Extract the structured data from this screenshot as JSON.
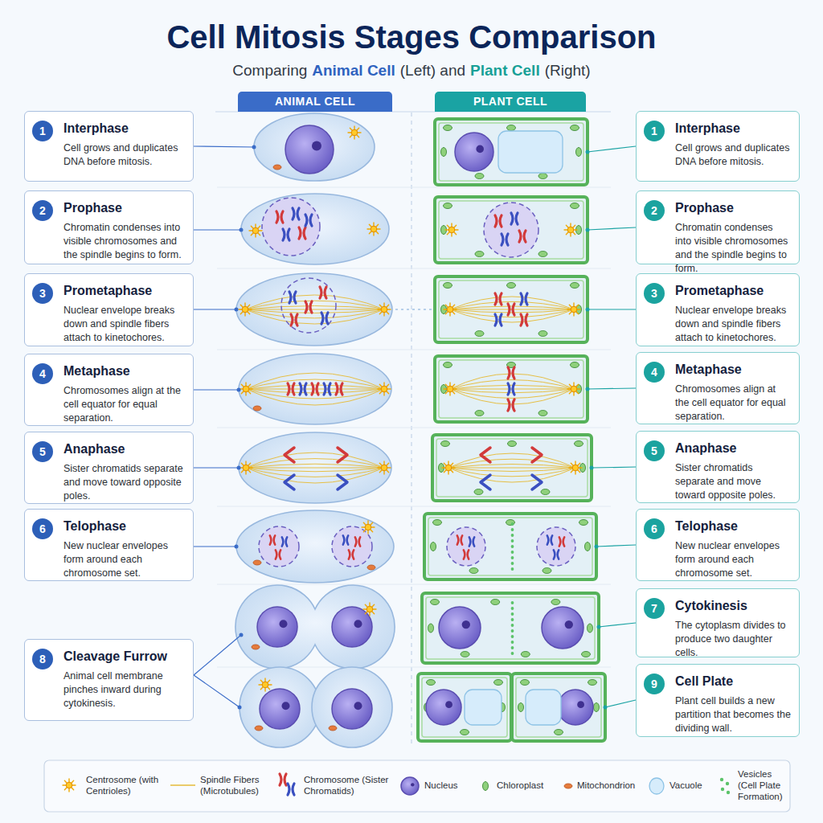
{
  "diagram": {
    "title": "Cell Mitosis Stages Comparison",
    "nodes": [
      {
        "text": [
          "ANIMAL CELL"
        ]
      },
      {
        "text": [
          "PLANT CELL"
        ]
      },
      {
        "text": [
          "Interphase",
          "Cell grows and duplicates DNA before mitosis."
        ]
      },
      {
        "text": [
          "1"
        ],
        "in": 2
      },
      {
        "text": [
          "Interphase",
          "Cell grows and duplicates DNA before mitosis."
        ]
      },
      {
        "text": [
          "1"
        ],
        "in": 4
      },
      {
        "text": [
          "Prophase",
          "Chromatin condenses into visible chromosomes and the spindle begins to form."
        ]
      },
      {
        "text": [
          "2"
        ],
        "in": 6
      },
      {
        "text": [
          "Prophase",
          "Chromatin condenses into visible chromosomes and the spindle begins to form."
        ]
      },
      {
        "text": [
          "2"
        ],
        "in": 8
      },
      {
        "text": [
          "Prometaphase",
          "Nuclear envelope breaks down and spindle fibers attach to kinetochores."
        ]
      },
      {
        "text": [
          "3"
        ],
        "in": 10
      },
      {
        "text": [
          "Prometaphase",
          "Nuclear envelope breaks down and spindle fibers attach to kinetochores."
        ]
      },
      {
        "text": [
          "3"
        ],
        "in": 12
      },
      {
        "text": [
          "Metaphase",
          "Chromosomes align at the cell equator for equal separation."
        ]
      },
      {
        "text": [
          "4"
        ],
        "in": 14
      },
      {
        "text": [
          "Metaphase",
          "Chromosomes align at the cell equator for equal separation."
        ]
      },
      {
        "text": [
          "4"
        ],
        "in": 16
      },
      {
        "text": [
          "Anaphase",
          "Sister chromatids separate and move toward opposite poles."
        ]
      },
      {
        "text": [
          "5"
        ],
        "in": 18
      },
      {
        "text": [
          "Anaphase",
          "Sister chromatids separate and move toward opposite poles."
        ]
      },
      {
        "text": [
          "5"
        ],
        "in": 20
      },
      {
        "text": [
          "Telophase",
          "New nuclear envelopes form around each chromosome set."
        ]
      },
      {
        "text": [
          "6"
        ],
        "in": 22
      },
      {
        "text": [
          "Telophase",
          "New nuclear envelopes form around each chromosome set."
        ]
      },
      {
        "text": [
          "6"
        ],
        "in": 24
      },
      {
        "text": [
          "Cytokinesis",
          "The cytoplasm divides to produce two daughter cells."
        ]
      },
      {
        "text": [
          "7"
        ],
        "in": 26
      },
      {
        "text": [
          "Cleavage Furrow",
          "Animal cell membrane pinches inward during cytokinesis."
        ]
      },
      {
        "text": [
          "8"
        ],
        "in": 28
      },
      {
        "text": [
          "Cell Plate",
          "Plant cell builds a new partition that becomes the dividing wall."
        ]
      },
      {
        "text": [
          "9"
        ],
        "in": 30
      }
    ],
    "labels": [
      "Comparing",
      "Animal Cell",
      "(Left) and",
      "Plant Cell",
      "(Right)"
    ],
    "legend": [
      {
        "text": "Centrosome (with Centrioles)"
      },
      {
        "text": "Spindle Fibers (Microtubules)"
      },
      {
        "text": "Chromosome (Sister Chromatids)"
      },
      {
        "text": "Nucleus"
      },
      {
        "text": "Chloroplast"
      },
      {
        "text": "Mitochondrion"
      },
      {
        "text": "Vacuole"
      },
      {
        "text": "Vesicles (Cell Plate Formation)"
      }
    ]
  }
}
